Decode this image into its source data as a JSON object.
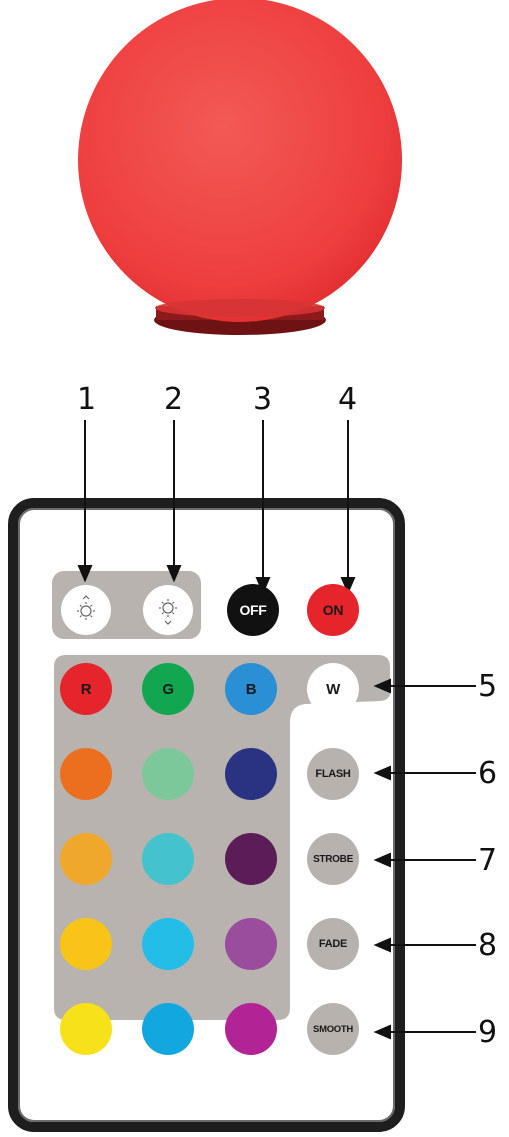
{
  "lamp": {
    "globe_color": "#ef3b3b",
    "base_color": "#7a1414"
  },
  "callout_numbers": [
    "1",
    "2",
    "3",
    "4",
    "5",
    "6",
    "7",
    "8",
    "9"
  ],
  "top_buttons": {
    "brightness_up": {
      "icon": "brightness-up-icon"
    },
    "brightness_down": {
      "icon": "brightness-down-icon"
    },
    "off": {
      "label": "OFF",
      "color": "#111111",
      "text_color": "#ffffff"
    },
    "on": {
      "label": "ON",
      "color": "#e5242b",
      "text_color": "#1a1a1a"
    }
  },
  "rgbw_buttons": [
    {
      "label": "R",
      "color": "#e5242b"
    },
    {
      "label": "G",
      "color": "#12a650"
    },
    {
      "label": "B",
      "color": "#2a8fd4"
    },
    {
      "label": "W",
      "color": "#ffffff"
    }
  ],
  "color_grid": [
    [
      "#ec6f1f",
      "#7dc89a",
      "#2a3382"
    ],
    [
      "#f0a82c",
      "#44c3cf",
      "#5b1c57"
    ],
    [
      "#f7c417",
      "#24bde8",
      "#9a4c9d"
    ],
    [
      "#f7e21a",
      "#13a7df",
      "#b22495"
    ]
  ],
  "mode_buttons": [
    {
      "label": "FLASH",
      "number": "6"
    },
    {
      "label": "STROBE",
      "number": "7"
    },
    {
      "label": "FADE",
      "number": "8"
    },
    {
      "label": "SMOOTH",
      "number": "9"
    }
  ],
  "remote_panel_color": "#b8b3ae",
  "mode_button_color": "#b7b2ad"
}
